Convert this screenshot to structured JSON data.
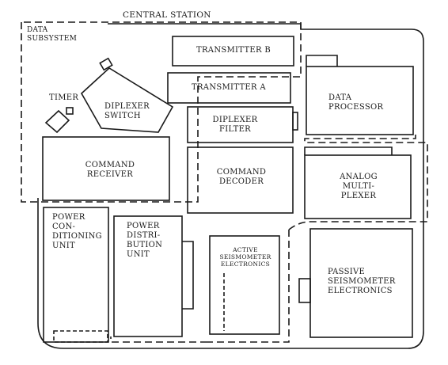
{
  "diagram": {
    "title": "CENTRAL STATION",
    "subsystem": "DATA\nSUBSYSTEM",
    "components": {
      "transmitter_b": "TRANSMITTER B",
      "transmitter_a": "TRANSMITTER A",
      "timer": "TIMER",
      "diplexer_switch": "DIPLEXER\nSWITCH",
      "diplexer_filter": "DIPLEXER\nFILTER",
      "data_processor": "DATA\nPROCESSOR",
      "command_receiver": "COMMAND\nRECEIVER",
      "command_decoder": "COMMAND\nDECODER",
      "analog_multiplexer": "ANALOG\nMULTI-\nPLEXER",
      "power_conditioning_unit": "POWER\nCON-\nDITIONING\nUNIT",
      "power_distribution_unit": "POWER\nDISTRI-\nBUTION\nUNIT",
      "active_seismometer_electronics": "ACTIVE\nSEISMOMETER\nELECTRONICS",
      "passive_seismometer_electronics": "PASSIVE\nSEISMOMETER\nELECTRONICS"
    },
    "colors": {
      "line": "#1a1a1a",
      "background": "#ffffff"
    }
  }
}
